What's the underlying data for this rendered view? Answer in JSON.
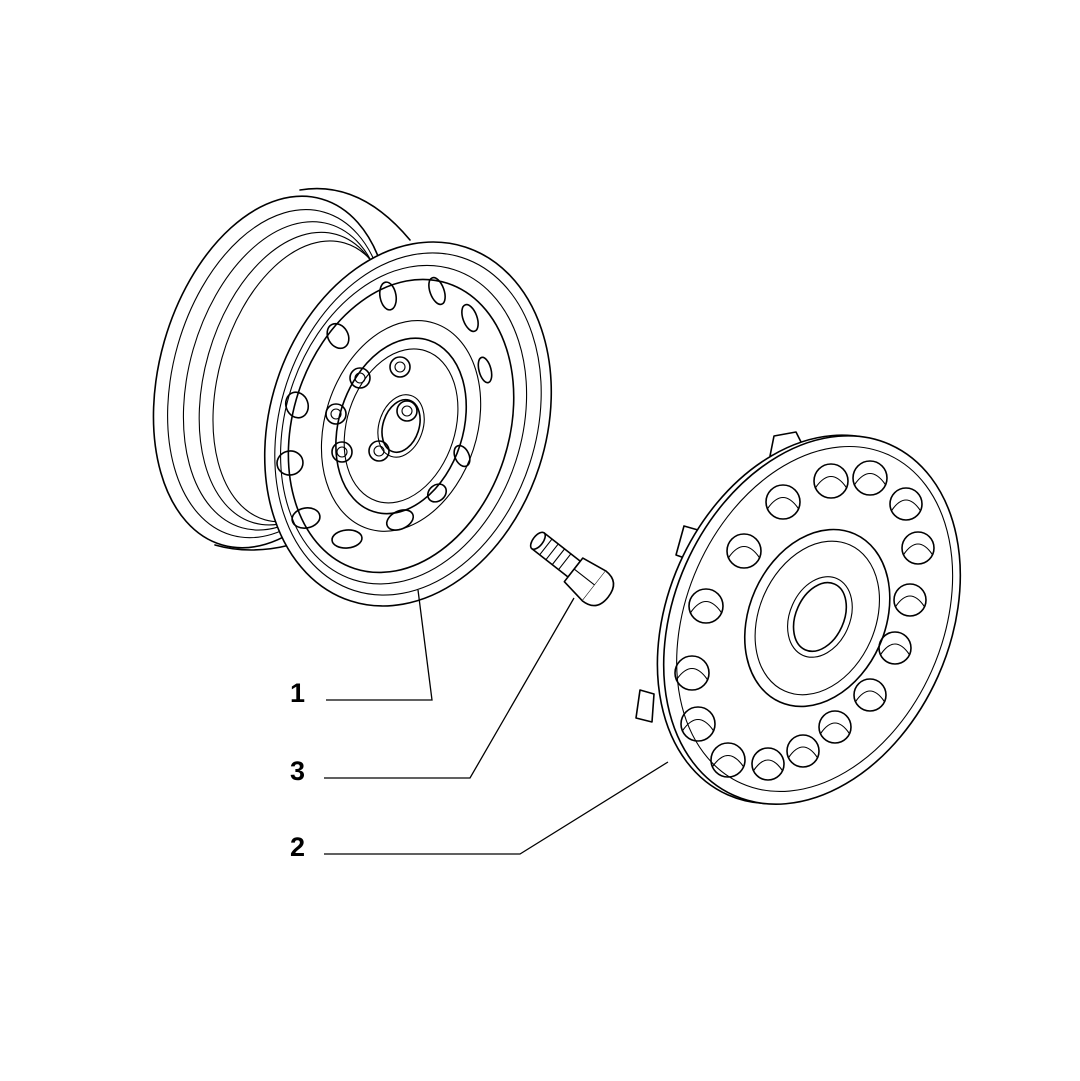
{
  "callouts": [
    {
      "label": "1",
      "part": "wheel-rim"
    },
    {
      "label": "3",
      "part": "wheel-bolt"
    },
    {
      "label": "2",
      "part": "hubcap"
    }
  ]
}
